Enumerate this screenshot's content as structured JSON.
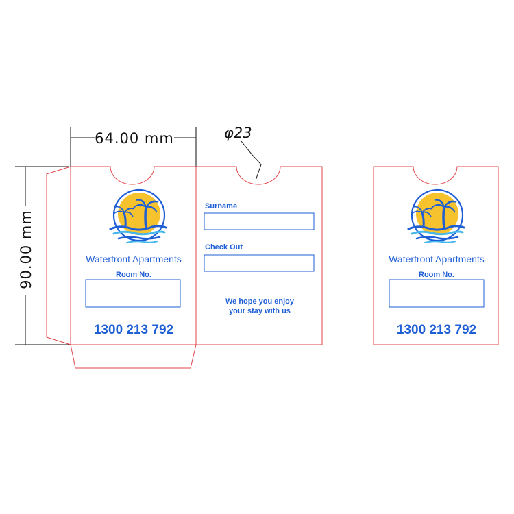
{
  "dimensions": {
    "width_label": "64.00 mm",
    "height_label": "90.00 mm",
    "notch_label": "φ23"
  },
  "card_front": {
    "brand": "Waterfront Apartments",
    "room_label": "Room No.",
    "phone": "1300 213 792"
  },
  "card_back": {
    "surname_label": "Surname",
    "checkout_label": "Check Out",
    "message_line1": "We hope you enjoy",
    "message_line2": "your stay with us"
  },
  "colors": {
    "cut_line": "#e0464a",
    "text_blue": "#1f5fd6",
    "sun": "#f6c22e",
    "palm": "#1f5fd6",
    "wave_light": "#46b7ea"
  }
}
